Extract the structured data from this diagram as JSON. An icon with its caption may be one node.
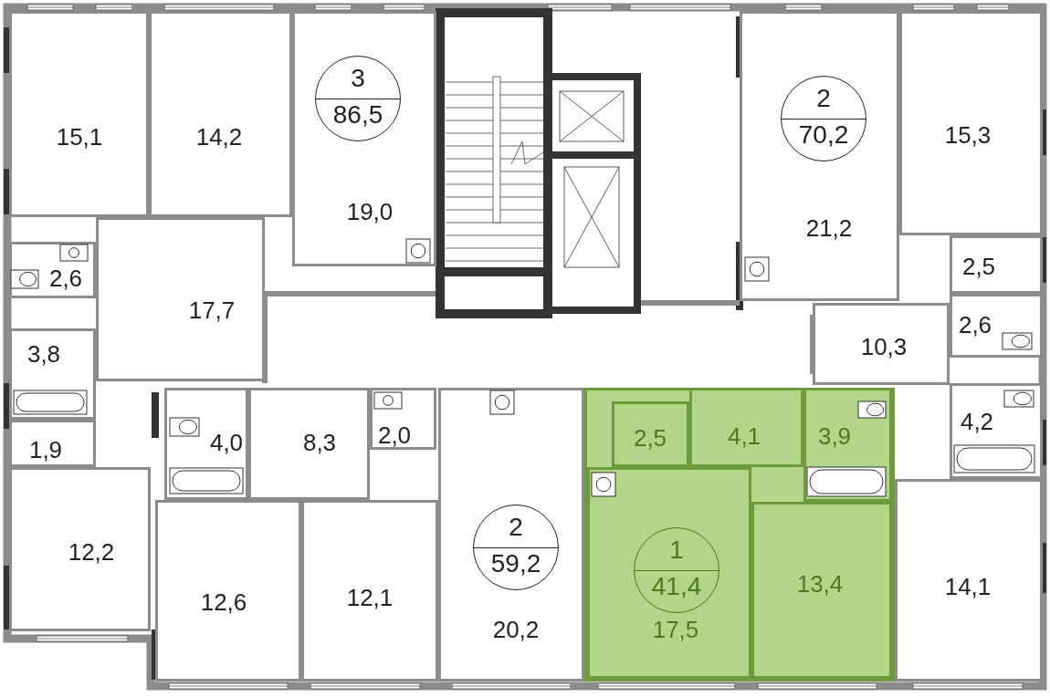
{
  "diagram": {
    "nodes": [
      {
        "text": [
          "15,1"
        ]
      },
      {
        "text": [
          "14,2"
        ]
      },
      {
        "text": [
          "19,0"
        ]
      },
      {
        "text": [
          "3",
          "86,5"
        ],
        "in": 2
      },
      {
        "text": [
          "21,2"
        ]
      },
      {
        "text": [
          "2",
          "70,2"
        ],
        "in": 4
      },
      {
        "text": [
          "15,3"
        ]
      },
      {
        "text": [
          "2,5"
        ]
      },
      {
        "text": [
          "2,6"
        ]
      },
      {
        "text": [
          "17,7"
        ]
      },
      {
        "text": [
          "2,6"
        ]
      },
      {
        "text": [
          "3,8"
        ]
      },
      {
        "text": [
          "10,3"
        ]
      },
      {
        "text": [
          "4,0"
        ]
      },
      {
        "text": [
          "8,3"
        ]
      },
      {
        "text": [
          "2,0"
        ]
      },
      {
        "text": [
          "1,9"
        ]
      },
      {
        "text": [
          "4,2"
        ]
      },
      {
        "text": [],
        "shape": "box"
      },
      {
        "text": [
          "2,5"
        ],
        "in": 18
      },
      {
        "text": [
          "4,1"
        ],
        "in": 18
      },
      {
        "text": [
          "3,9"
        ],
        "in": 18
      },
      {
        "text": [
          "12,2"
        ]
      },
      {
        "text": [
          "20,2"
        ]
      },
      {
        "text": [
          "2",
          "59,2"
        ],
        "in": 23
      },
      {
        "text": [
          "17,5"
        ],
        "in": 18
      },
      {
        "text": [
          "1",
          "41,4"
        ],
        "in": 25
      },
      {
        "text": [
          "13,4"
        ],
        "in": 18
      },
      {
        "text": [
          "14,1"
        ]
      },
      {
        "text": [
          "12,6"
        ]
      },
      {
        "text": [
          "12,1"
        ]
      }
    ]
  }
}
